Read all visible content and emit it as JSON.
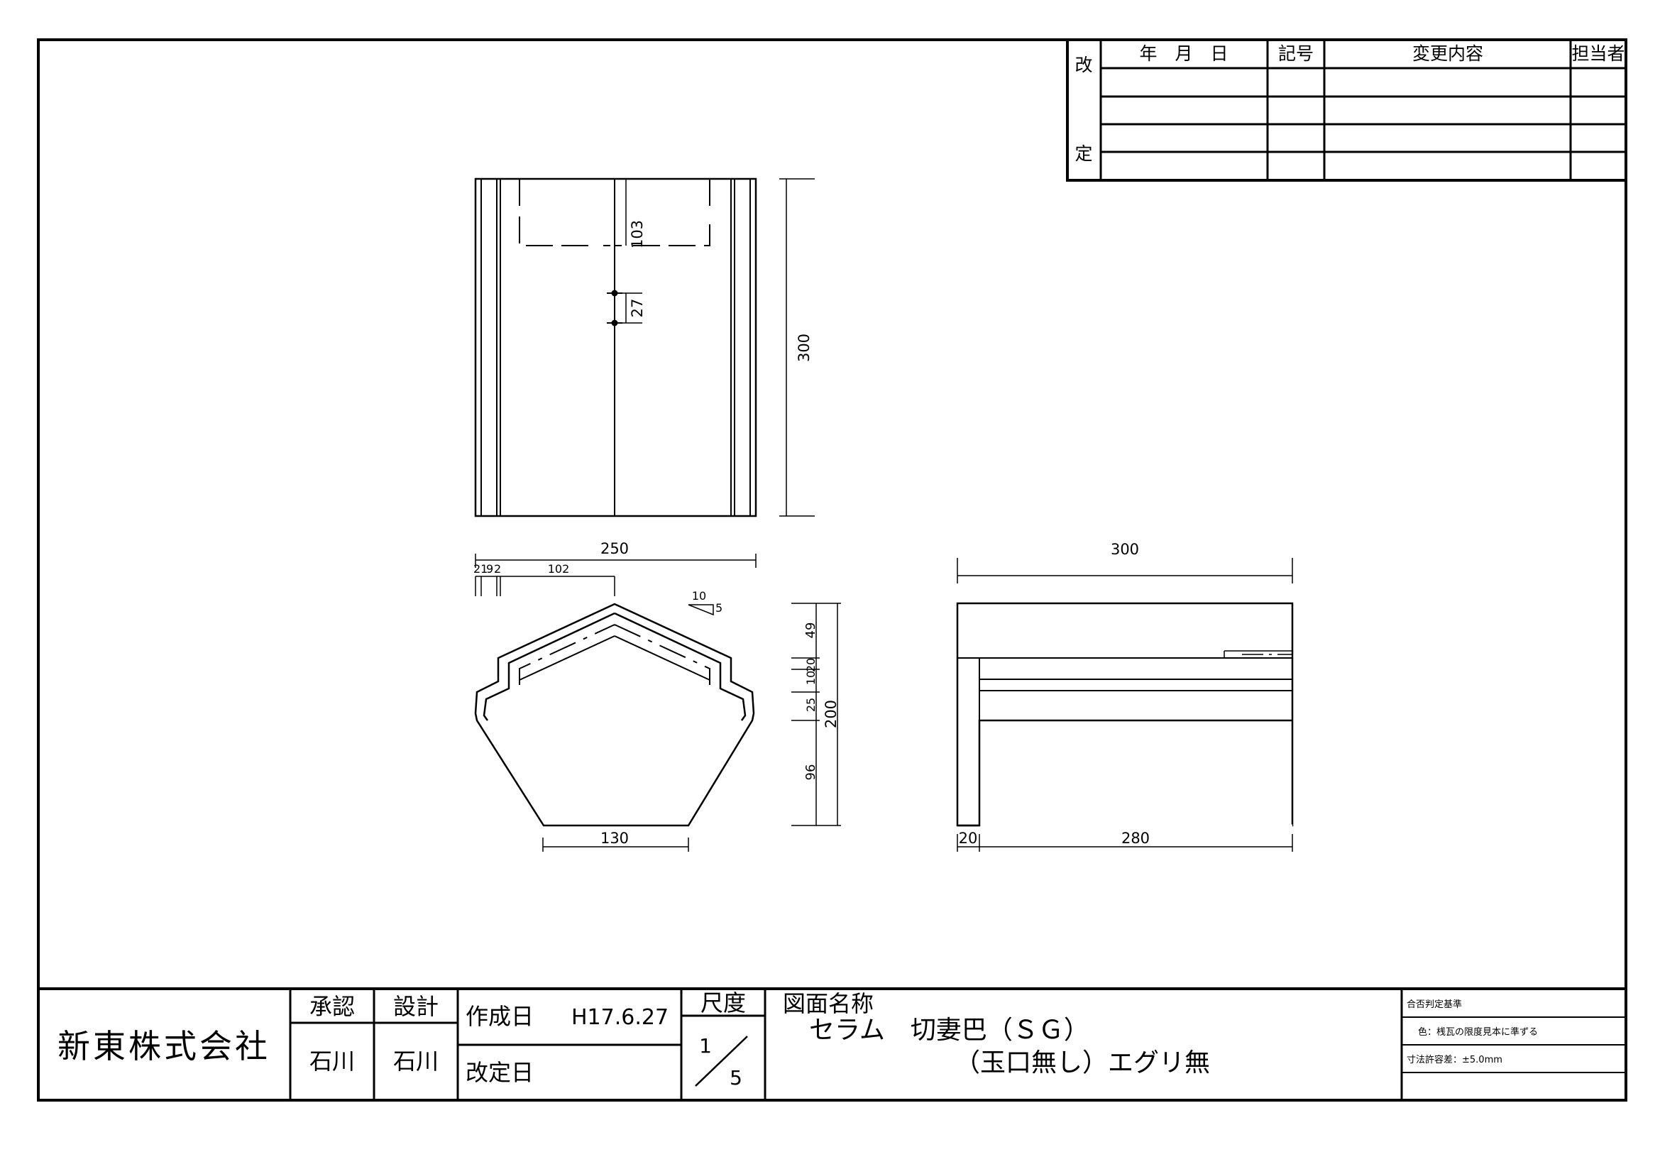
{
  "revision_block": {
    "side_label_top": "改",
    "side_label_bottom": "定",
    "col_date": "年　月　日",
    "col_symbol": "記号",
    "col_content": "変更内容",
    "col_person": "担当者"
  },
  "views": {
    "top": {
      "dim_height": "300",
      "dim_offset": "103",
      "dim_hole": "27"
    },
    "front": {
      "dim_width": "250",
      "dim_21": "21",
      "dim_9": "9",
      "dim_2": "2",
      "dim_102": "102",
      "dim_10": "10",
      "dim_5": "5",
      "dim_49": "49",
      "dim_10b": "10",
      "dim_20": "20",
      "dim_25": "25",
      "dim_200": "200",
      "dim_96": "96",
      "dim_130": "130"
    },
    "side": {
      "dim_300": "300",
      "dim_20": "20",
      "dim_280": "280"
    }
  },
  "title_block": {
    "company": "新東株式会社",
    "approve_label": "承認",
    "design_label": "設計",
    "approver": "石川",
    "designer": "石川",
    "created_label": "作成日",
    "created_date": "H17.6.27",
    "revised_label": "改定日",
    "scale_label": "尺度",
    "scale_num": "1",
    "scale_den": "5",
    "drawing_name_label": "図面名称",
    "drawing_name_1": "セラム　切妻巴（ＳＧ）",
    "drawing_name_2": "（玉口無し）エグリ無",
    "criteria_label": "合否判定基準",
    "criteria_color": "色：桟瓦の限度見本に準ずる",
    "criteria_tolerance": "寸法許容差：±5.0mm"
  }
}
